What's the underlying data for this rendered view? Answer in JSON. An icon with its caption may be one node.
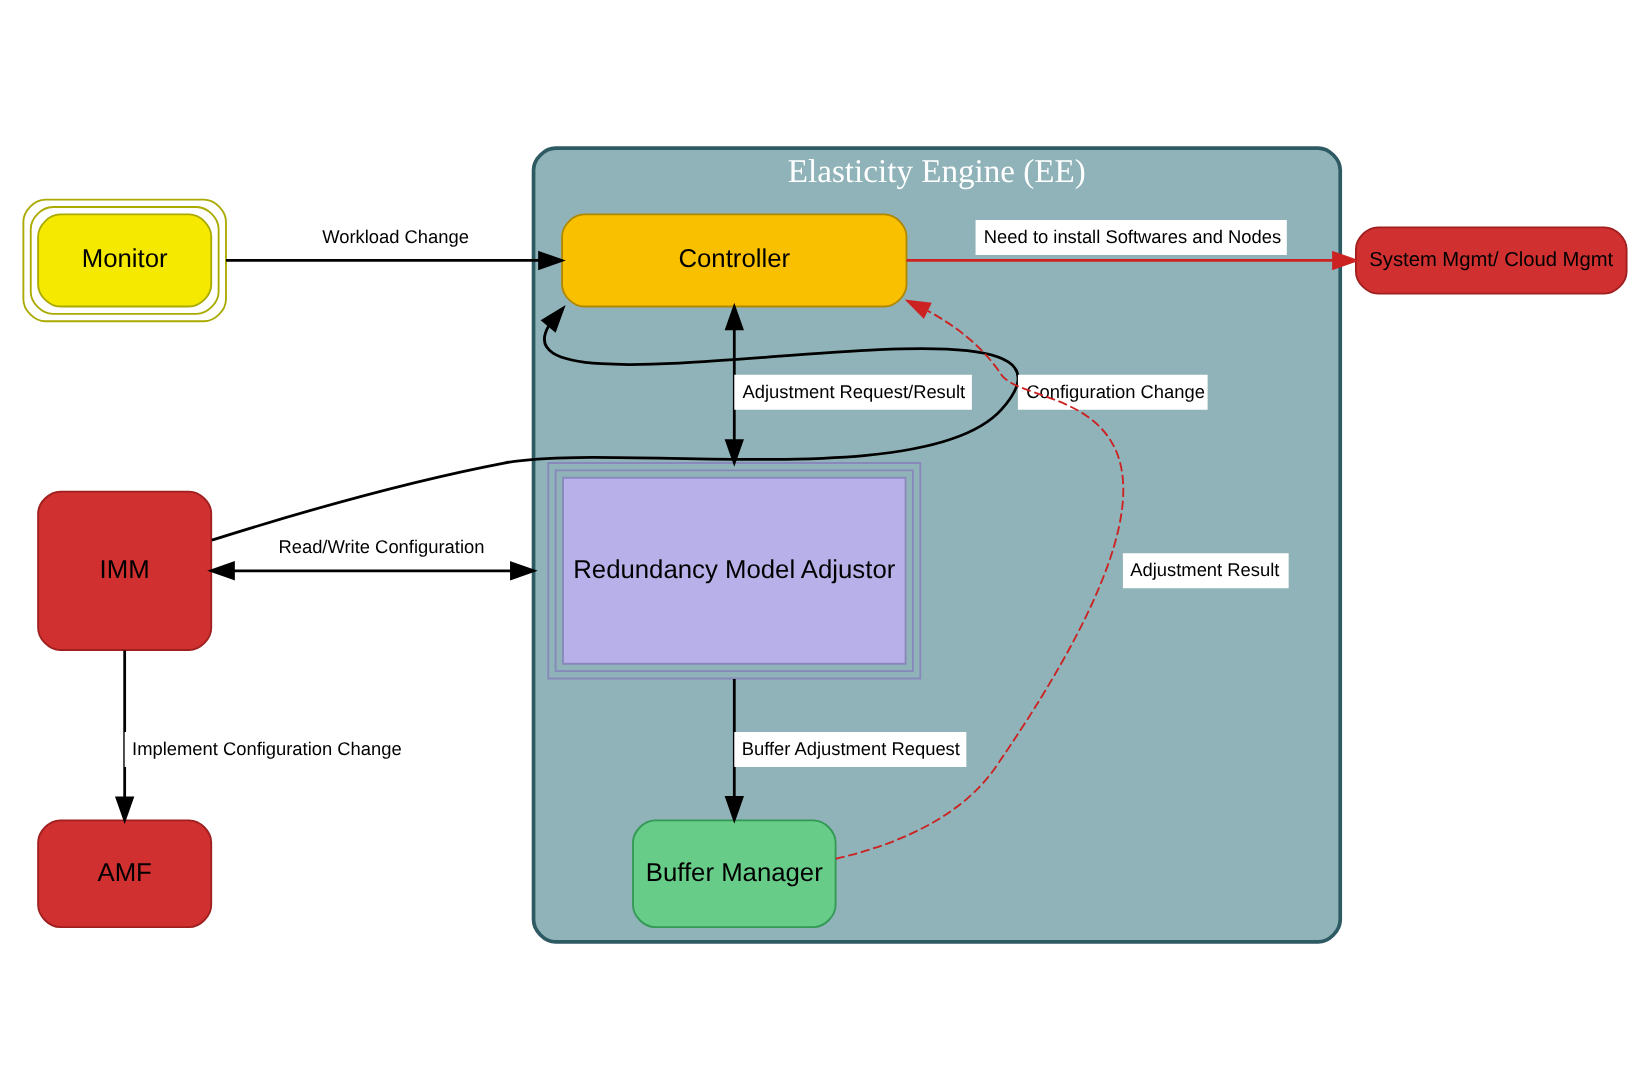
{
  "diagram": {
    "nodes": [
      {
        "text": [
          "Elasticity Engine (EE)"
        ]
      },
      {
        "text": [
          "Controller"
        ],
        "in": 0
      },
      {
        "text": [
          "Redundancy Model Adjustor"
        ],
        "in": 0
      },
      {
        "text": [
          "Buffer Manager"
        ],
        "in": 0
      },
      {
        "text": [
          "Monitor"
        ]
      },
      {
        "text": [
          "IMM"
        ]
      },
      {
        "text": [
          "AMF"
        ]
      },
      {
        "text": [
          "System Mgmt/ Cloud Mgmt"
        ]
      }
    ],
    "edges": [
      {
        "from": 4,
        "to": 1,
        "arrow": "to",
        "label": "Workload Change"
      },
      {
        "from": 5,
        "to": 1,
        "arrow": "to",
        "label": "Configuration Change"
      },
      {
        "from": 1,
        "to": 2,
        "arrow": "both",
        "label": "Adjustment Request/Result"
      },
      {
        "from": 2,
        "to": 3,
        "arrow": "to",
        "label": "Buffer Adjustment Request"
      },
      {
        "from": 3,
        "to": 1,
        "arrow": "to",
        "label": "Adjustment Result",
        "style": "dashed",
        "color": "#cc2222"
      },
      {
        "from": 5,
        "to": 0,
        "arrow": "both",
        "label": "Read/Write Configuration"
      },
      {
        "from": 5,
        "to": 6,
        "arrow": "to",
        "label": "Implement Configuration Change"
      },
      {
        "from": 1,
        "to": 7,
        "arrow": "to",
        "label": "Need to install Softwares and Nodes",
        "color": "#cc2222"
      }
    ]
  }
}
